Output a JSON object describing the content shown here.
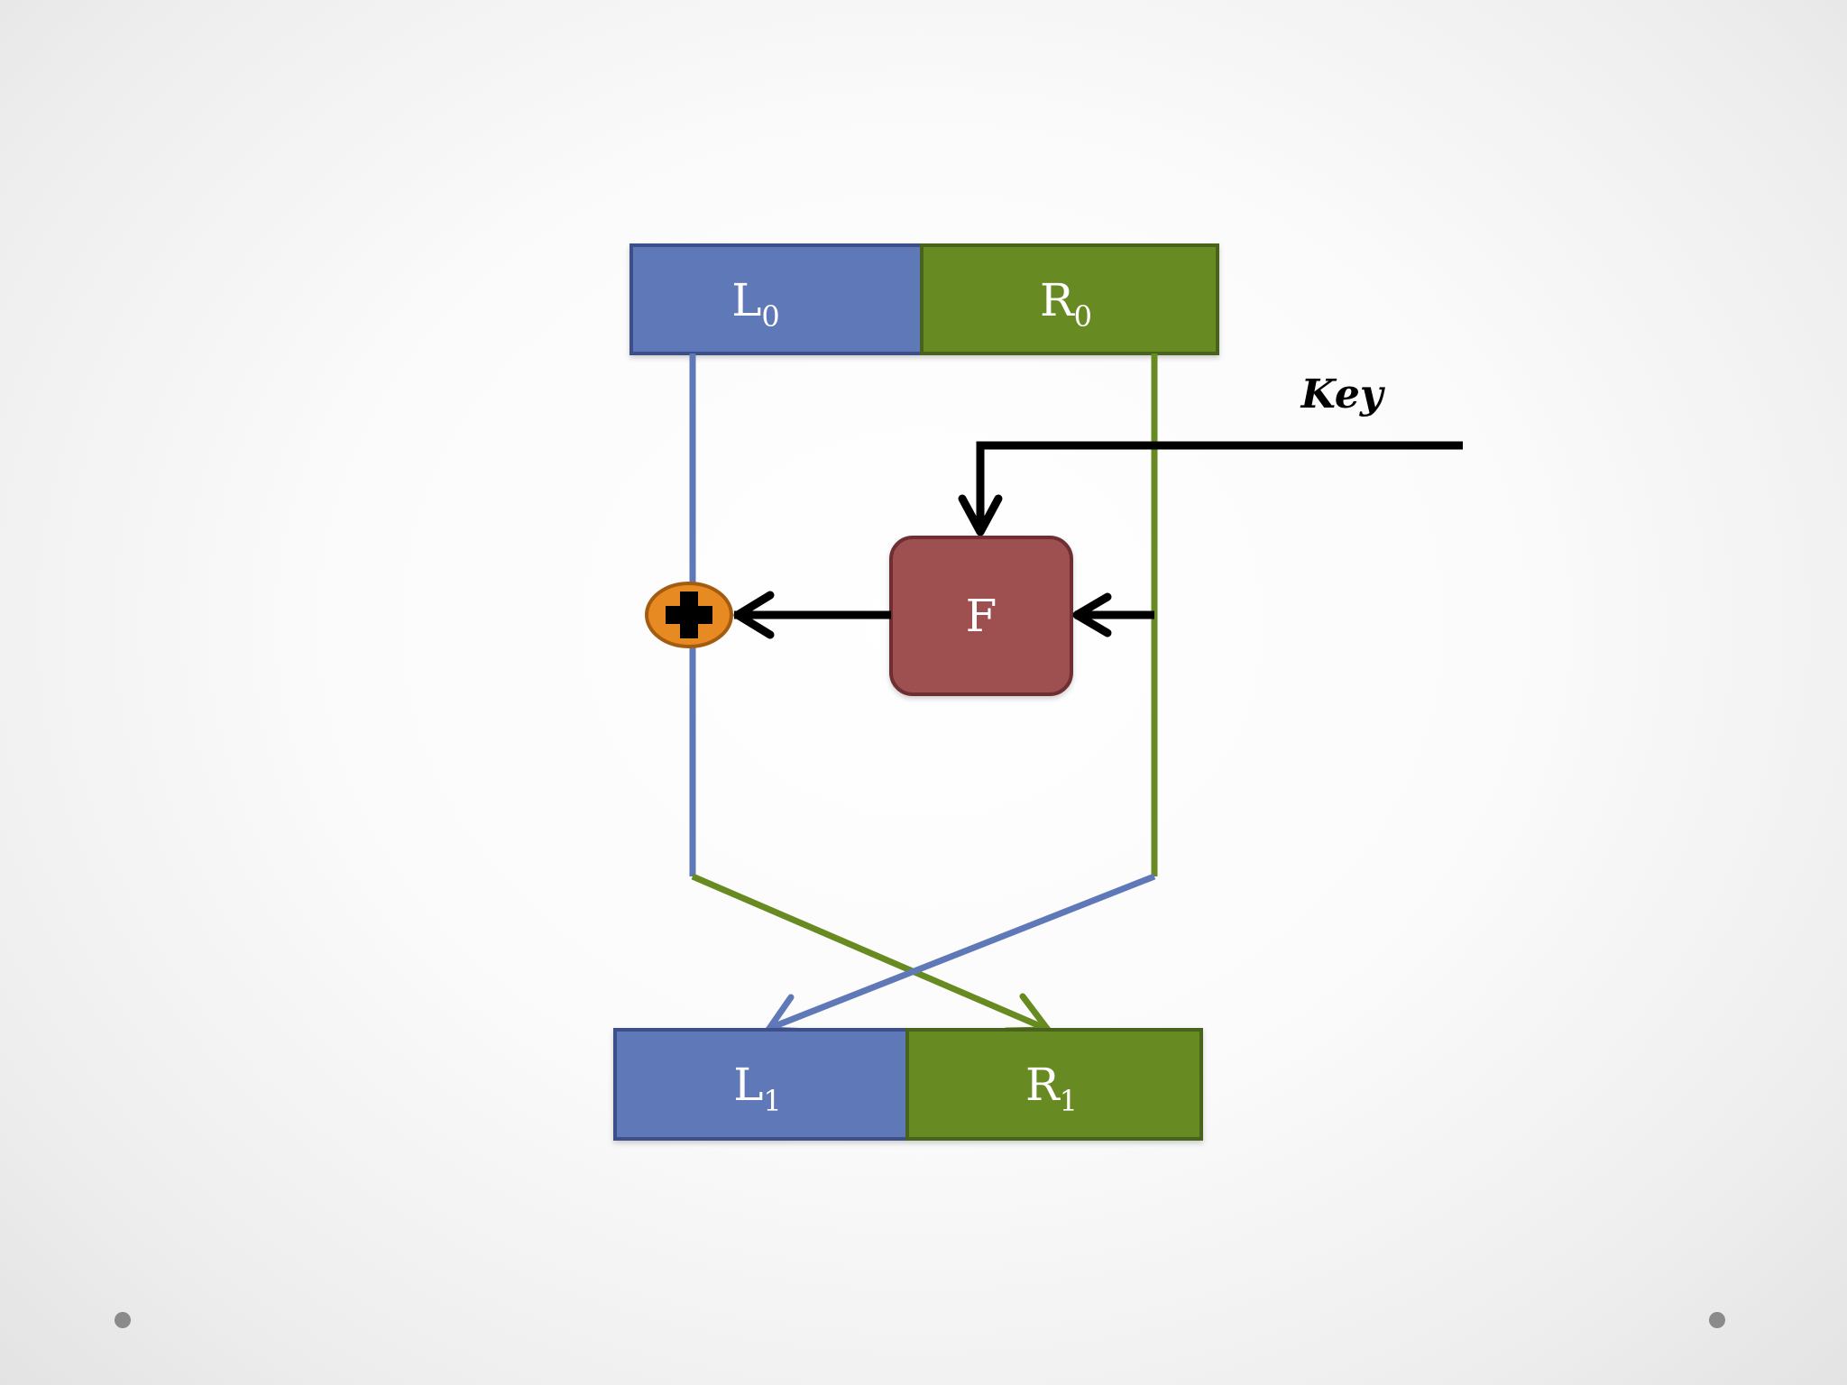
{
  "colors": {
    "left_half": "#5f78b8",
    "left_half_border": "#3c5089",
    "right_half": "#678a21",
    "right_half_border": "#46641a",
    "function_box": "#9e4f50",
    "function_box_border": "#6e2f30",
    "xor_fill": "#e88a22",
    "xor_border": "#a35c10",
    "arrow": "#000000"
  },
  "input_block": {
    "left": {
      "base": "L",
      "subscript": "0"
    },
    "right": {
      "base": "R",
      "subscript": "0"
    }
  },
  "output_block": {
    "left": {
      "base": "L",
      "subscript": "1"
    },
    "right": {
      "base": "R",
      "subscript": "1"
    }
  },
  "function_label": "F",
  "key_label": "Key",
  "xor_icon": "xor-plus-icon"
}
